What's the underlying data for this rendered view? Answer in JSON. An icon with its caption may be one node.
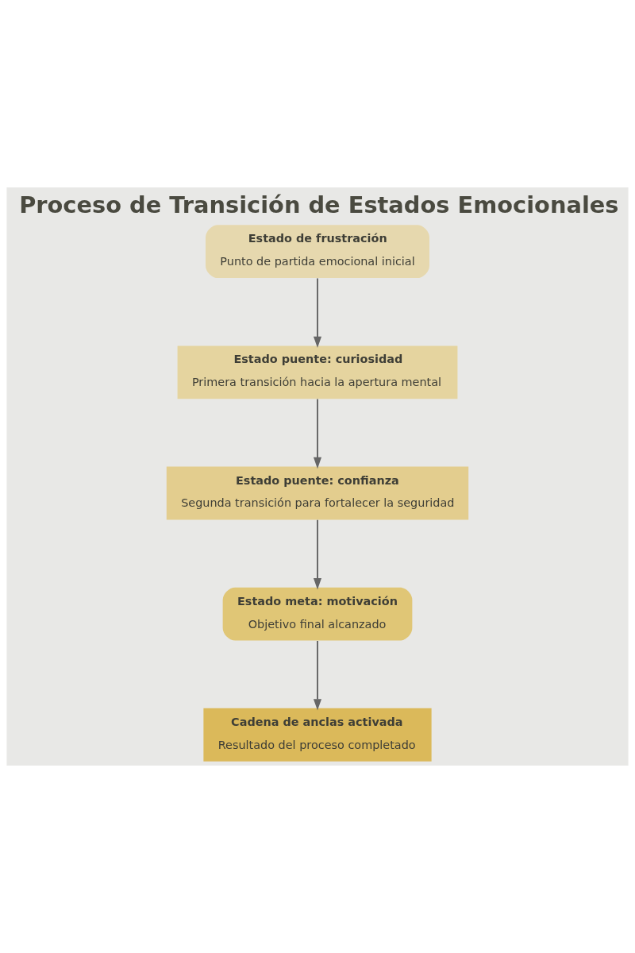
{
  "diagram": {
    "title": "Proceso de Transición de Estados Emocionales",
    "nodes": [
      {
        "text": [
          "Estado de frustración",
          "Punto de partida emocional inicial"
        ]
      },
      {
        "text": [
          "Estado puente: curiosidad",
          "Primera transición hacia la apertura mental"
        ]
      },
      {
        "text": [
          "Estado puente: confianza",
          "Segunda transición para fortalecer la seguridad"
        ]
      },
      {
        "text": [
          "Estado meta: motivación",
          "Objetivo final alcanzado"
        ]
      },
      {
        "text": [
          "Cadena de anclas activada",
          "Resultado del proceso completado"
        ]
      }
    ],
    "edges": [
      {
        "from": 0,
        "to": 1,
        "arrow": "to"
      },
      {
        "from": 1,
        "to": 2,
        "arrow": "to"
      },
      {
        "from": 2,
        "to": 3,
        "arrow": "to"
      },
      {
        "from": 3,
        "to": 4,
        "arrow": "to"
      }
    ]
  }
}
